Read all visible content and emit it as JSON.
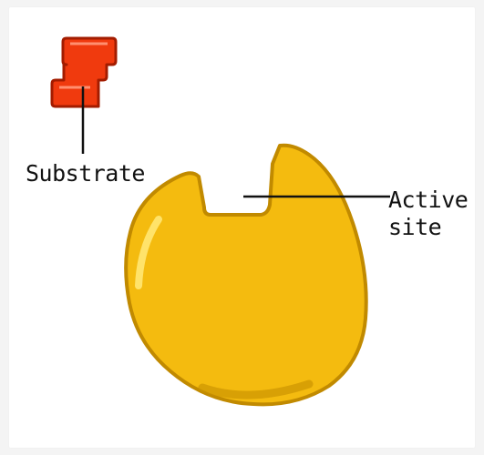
{
  "labels": {
    "substrate": "Substrate",
    "active_line1": "Active",
    "active_line2": "site"
  },
  "colors": {
    "substrate_fill": "#f03a0e",
    "substrate_outline": "#a31c00",
    "enzyme_fill": "#f4bb0f",
    "enzyme_outline": "#c18a00",
    "enzyme_highlight": "#ffe36a",
    "enzyme_shadow": "#c99200",
    "line_color": "#111111"
  }
}
